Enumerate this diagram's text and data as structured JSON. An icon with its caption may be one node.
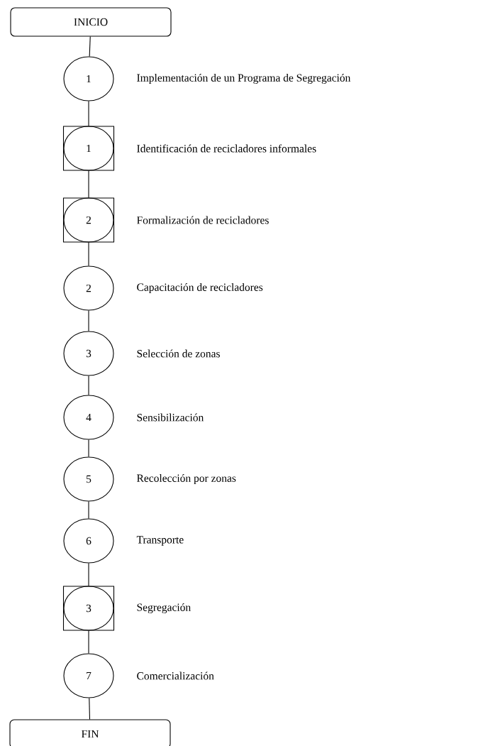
{
  "diagram": {
    "nodes": [
      {
        "text": [
          "INICIO"
        ]
      },
      {
        "text": [
          "1"
        ],
        "beside": [
          "Implementación de un Programa de Segregación"
        ]
      },
      {
        "text": [
          "1"
        ],
        "beside": [
          "Identificación de recicladores informales"
        ]
      },
      {
        "text": [
          "2"
        ],
        "beside": [
          "Formalización de recicladores"
        ]
      },
      {
        "text": [
          "2"
        ],
        "beside": [
          "Capacitación de recicladores"
        ]
      },
      {
        "text": [
          "3"
        ],
        "beside": [
          "Selección de zonas"
        ]
      },
      {
        "text": [
          "4"
        ],
        "beside": [
          "Sensibilización"
        ]
      },
      {
        "text": [
          "5"
        ],
        "beside": [
          "Recolección por zonas"
        ]
      },
      {
        "text": [
          "6"
        ],
        "beside": [
          "Transporte"
        ]
      },
      {
        "text": [
          "3"
        ],
        "beside": [
          "Segregación"
        ]
      },
      {
        "text": [
          "7"
        ],
        "beside": [
          "Comercialización"
        ]
      },
      {
        "text": [
          "FIN"
        ]
      }
    ],
    "edges": [
      {
        "from": 0,
        "to": 1,
        "arrow": "none"
      },
      {
        "from": 1,
        "to": 2,
        "arrow": "none"
      },
      {
        "from": 2,
        "to": 3,
        "arrow": "none"
      },
      {
        "from": 3,
        "to": 4,
        "arrow": "none"
      },
      {
        "from": 4,
        "to": 5,
        "arrow": "none"
      },
      {
        "from": 5,
        "to": 6,
        "arrow": "none"
      },
      {
        "from": 6,
        "to": 7,
        "arrow": "none"
      },
      {
        "from": 7,
        "to": 8,
        "arrow": "none"
      },
      {
        "from": 8,
        "to": 9,
        "arrow": "none"
      },
      {
        "from": 9,
        "to": 10,
        "arrow": "none"
      },
      {
        "from": 10,
        "to": 11,
        "arrow": "none"
      }
    ]
  }
}
